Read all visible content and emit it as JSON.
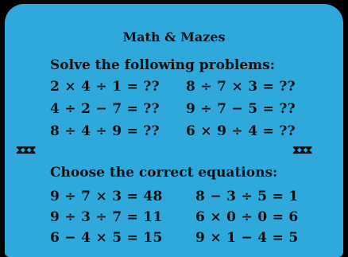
{
  "title": "Math & Mazes",
  "section1": {
    "heading": "Solve the following problems:",
    "problems": [
      "2 × 4 ÷ 1 = ??",
      "8 ÷ 7 × 3 = ??",
      "4 ÷ 2 − 7 = ??",
      "9 ÷ 7 − 5 = ??",
      "8 ÷ 4 ÷ 9 = ??",
      "6 × 9 ÷ 4 = ??"
    ]
  },
  "divider": {
    "left": "⧗⧗⧗",
    "right": "⧗⧗⧗"
  },
  "section2": {
    "heading": "Choose the correct equations:",
    "equations": [
      "9 ÷ 7 × 3 = 48",
      "8 − 3 ÷ 5 = 1",
      "9 ÷ 3 ÷ 7 = 11",
      "6 × 0 ÷ 0 = 6",
      "6 − 4 × 5 = 15",
      "9 × 1 − 4 = 5"
    ]
  },
  "colors": {
    "screen": "#2fa9dc",
    "border": "#000000",
    "text": "#111111"
  }
}
